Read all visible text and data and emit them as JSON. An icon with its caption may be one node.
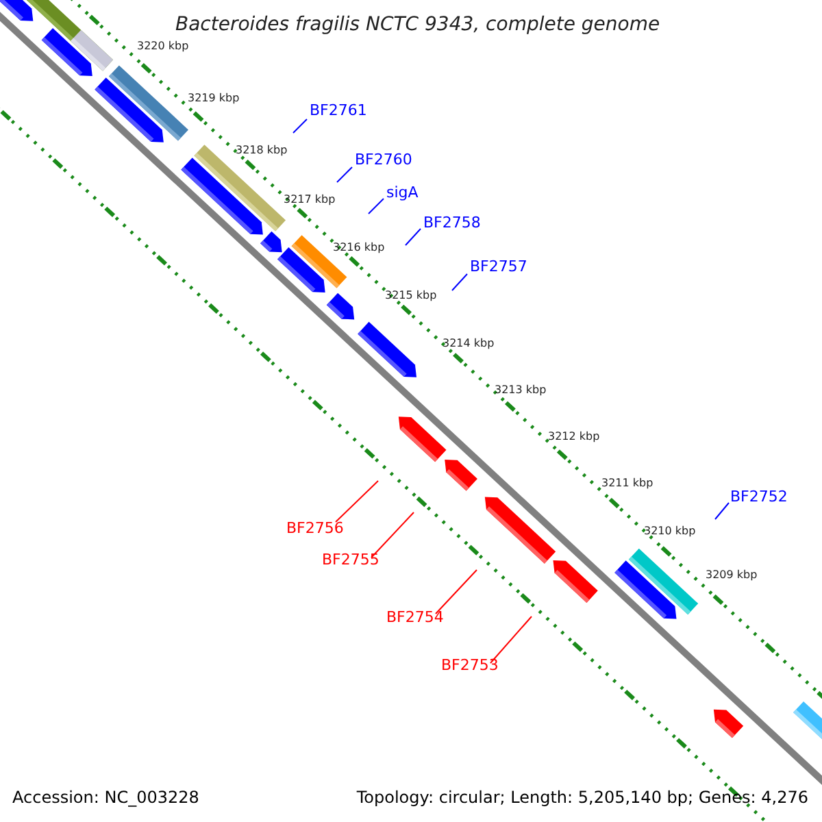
{
  "diagram": {
    "title": "Bacteroides fragilis NCTC 9343, complete genome",
    "nodes": [
      {
        "text": [
          "BF2761"
        ]
      },
      {
        "text": [
          "BF2760"
        ]
      },
      {
        "text": [
          "sigA"
        ]
      },
      {
        "text": [
          "BF2758"
        ]
      },
      {
        "text": [
          "BF2757"
        ]
      },
      {
        "text": [
          "BF2752"
        ]
      },
      {
        "text": [
          "BF2756"
        ]
      },
      {
        "text": [
          "BF2755"
        ]
      },
      {
        "text": [
          "BF2754"
        ]
      },
      {
        "text": [
          "BF2753"
        ]
      }
    ],
    "edges": [
      {
        "from": 0,
        "to": null,
        "arrow": "none"
      },
      {
        "from": 1,
        "to": null,
        "arrow": "none"
      },
      {
        "from": 2,
        "to": null,
        "arrow": "none"
      },
      {
        "from": 3,
        "to": null,
        "arrow": "none"
      },
      {
        "from": 4,
        "to": null,
        "arrow": "none"
      },
      {
        "from": 5,
        "to": null,
        "arrow": "none"
      },
      {
        "from": 6,
        "to": null,
        "arrow": "none",
        "color": "#ff0000"
      },
      {
        "from": 7,
        "to": null,
        "arrow": "none",
        "color": "#ff0000"
      },
      {
        "from": 8,
        "to": null,
        "arrow": "none",
        "color": "#ff0000"
      },
      {
        "from": 9,
        "to": null,
        "arrow": "none",
        "color": "#ff0000"
      }
    ],
    "labels": [
      "3220 kbp",
      "3219 kbp",
      "3218 kbp",
      "3217 kbp",
      "3216 kbp",
      "3215 kbp",
      "3214 kbp",
      "3213 kbp",
      "3212 kbp",
      "3211 kbp",
      "3210 kbp",
      "3209 kbp",
      "Accession: NC_003228",
      "Topology: circular; Length: 5,205,140 bp; Genes: 4,276"
    ]
  }
}
